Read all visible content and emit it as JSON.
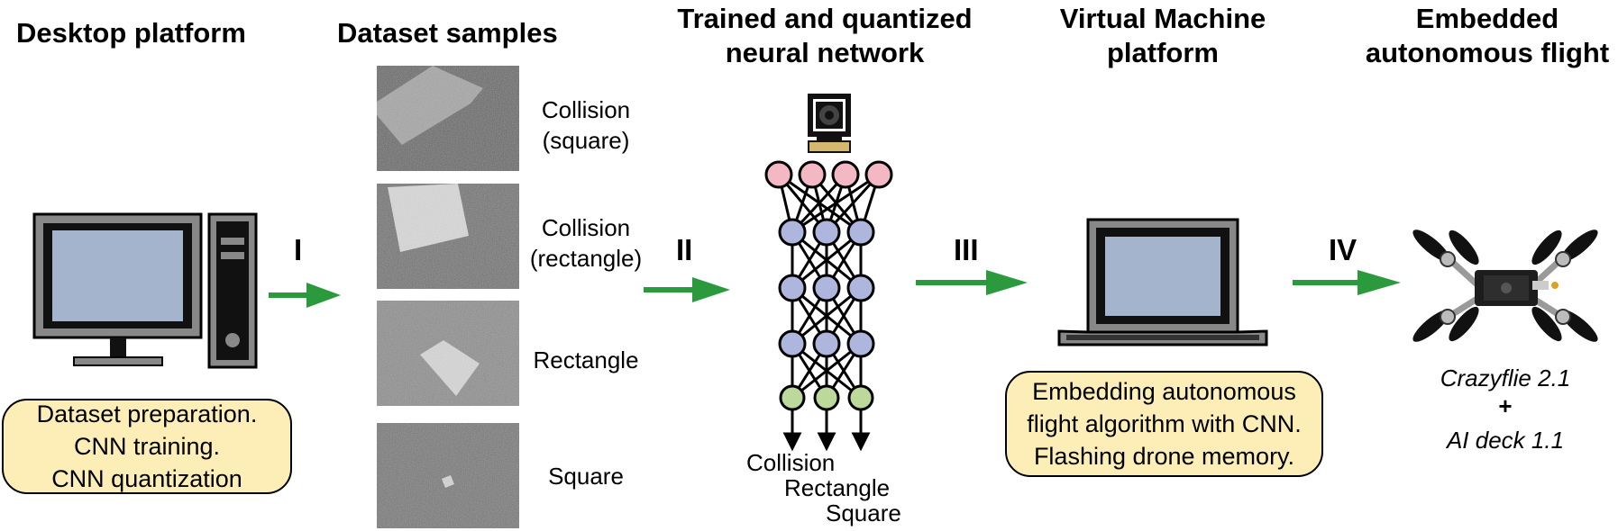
{
  "titles": {
    "desktop": "Desktop platform",
    "dataset": "Dataset samples",
    "network": [
      "Trained and quantized",
      "neural network"
    ],
    "vm": [
      "Virtual Machine",
      "platform"
    ],
    "flight": [
      "Embedded",
      "autonomous flight"
    ]
  },
  "steps": [
    "I",
    "II",
    "III",
    "IV"
  ],
  "samples": [
    {
      "label": [
        "Collision",
        "(square)"
      ]
    },
    {
      "label": [
        "Collision",
        "(rectangle)"
      ]
    },
    {
      "label": [
        "Rectangle"
      ]
    },
    {
      "label": [
        "Square"
      ]
    }
  ],
  "desktop_box": [
    "Dataset preparation.",
    "CNN training.",
    "CNN quantization"
  ],
  "vm_box": [
    "Embedding autonomous",
    "flight algorithm with CNN.",
    "Flashing drone memory."
  ],
  "outputs": [
    "Collision",
    "Rectangle",
    "Square"
  ],
  "drone": {
    "line1": "Crazyflie 2.1",
    "plus": "+",
    "line2": "AI deck 1.1"
  },
  "colors": {
    "arrow": "#2a9a3c",
    "box_fill": "#fdeeb8",
    "screen": "#a3b4cc",
    "input_node": "#f4b8c4",
    "hidden_node": "#aeb6de",
    "output_node": "#bcd89a"
  },
  "icons": [
    "desktop-computer-icon",
    "camera-icon",
    "laptop-icon",
    "drone-icon"
  ]
}
